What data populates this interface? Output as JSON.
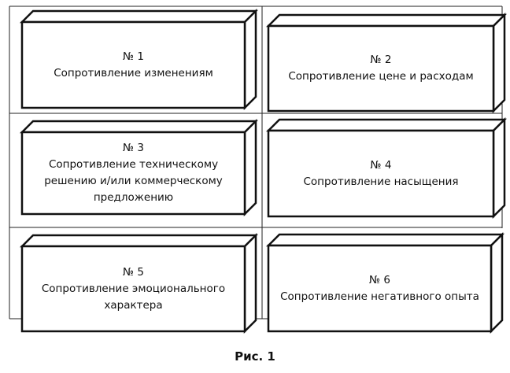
{
  "boxes": [
    {
      "number": "№ 1",
      "lines": [
        "Сопротивление изменениям"
      ]
    },
    {
      "number": "№ 2",
      "lines": [
        "Сопротивление цене и расходам"
      ]
    },
    {
      "number": "№ 3",
      "lines": [
        "Сопротивление техническому",
        "решению и/или коммерческому",
        "предложению"
      ]
    },
    {
      "number": "№ 4",
      "lines": [
        "Сопротивление насыщения"
      ]
    },
    {
      "number": "№ 5",
      "lines": [
        "Сопротивление эмоционального",
        "характера"
      ]
    },
    {
      "number": "№ 6",
      "lines": [
        "Сопротивление негативного опыта"
      ]
    }
  ],
  "caption": "Рис. 1"
}
